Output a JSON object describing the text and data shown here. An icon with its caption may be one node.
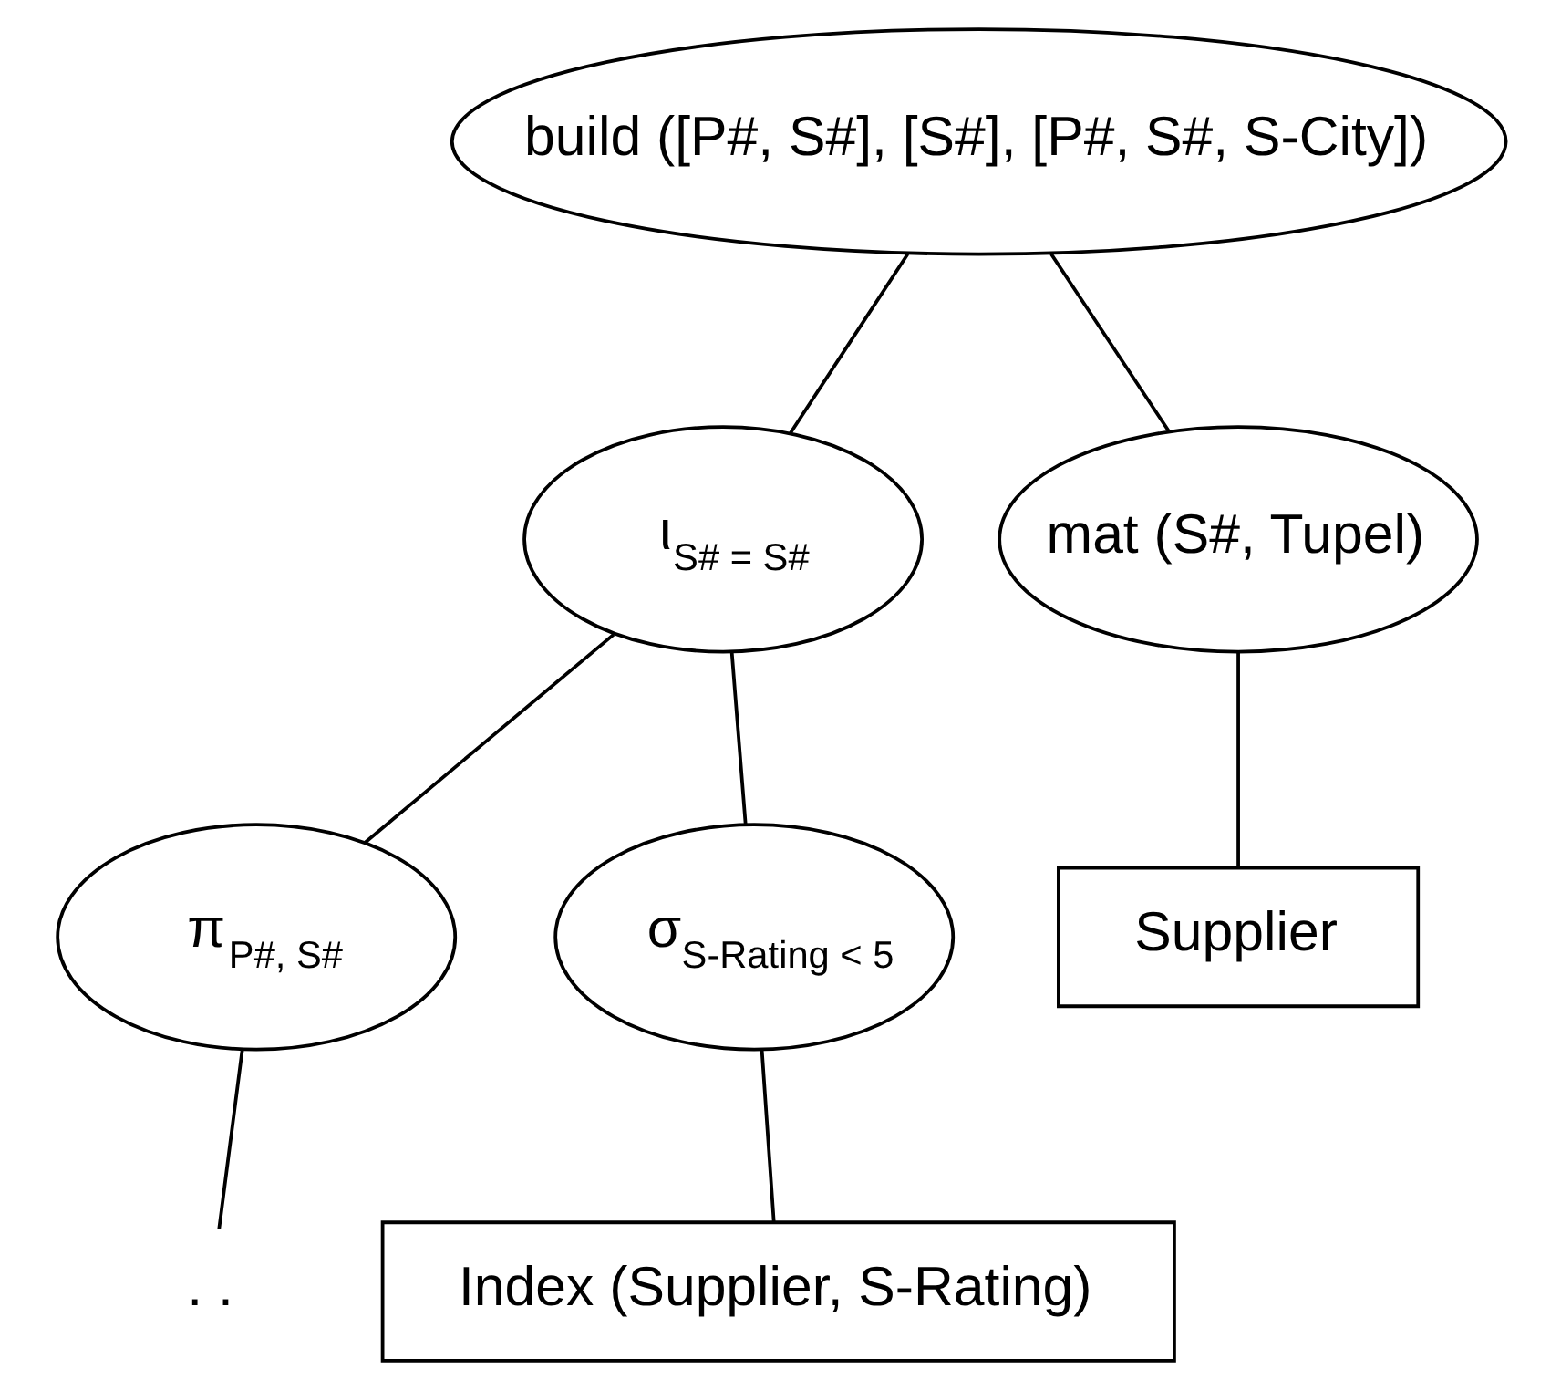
{
  "diagram": {
    "nodes": [
      {
        "text": [
          "build ([P#, S#], [S#], [P#, S#, S-City])"
        ]
      },
      {
        "text": [
          "ι$_{S# = S#}$"
        ]
      },
      {
        "text": [
          "mat (S#, Tupel)"
        ]
      },
      {
        "text": [
          "π$_{P#, S#}$"
        ]
      },
      {
        "text": [
          "σ$_{S-Rating < 5}$"
        ]
      },
      {
        "text": [
          "Supplier"
        ]
      },
      {
        "text": [
          ". ."
        ]
      },
      {
        "text": [
          "Index (Supplier, S-Rating)"
        ]
      }
    ],
    "edges": [
      {
        "from": 0,
        "to": 1,
        "arrow": "none"
      },
      {
        "from": 0,
        "to": 2,
        "arrow": "none"
      },
      {
        "from": 1,
        "to": 3,
        "arrow": "none"
      },
      {
        "from": 1,
        "to": 4,
        "arrow": "none"
      },
      {
        "from": 2,
        "to": 5,
        "arrow": "none"
      },
      {
        "from": 3,
        "to": 6,
        "arrow": "none"
      },
      {
        "from": 4,
        "to": 7,
        "arrow": "none"
      }
    ]
  }
}
